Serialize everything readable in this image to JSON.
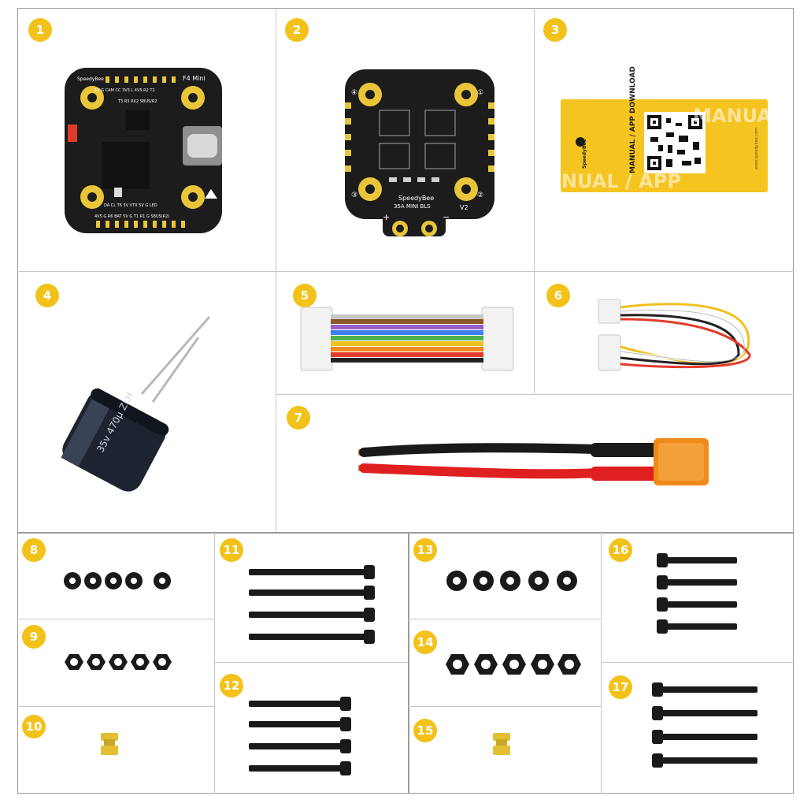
{
  "badges": [
    "1",
    "2",
    "3",
    "4",
    "5",
    "6",
    "7",
    "8",
    "9",
    "10",
    "11",
    "12",
    "13",
    "14",
    "15",
    "16",
    "17"
  ],
  "fc_board": {
    "brand": "SpeedyBee",
    "model": "F4 Mini",
    "top_pads": "5V G CAM CC 3V3 L 4V5 R2 T2",
    "row2": "T3 R3 RX2 SBUS/R2",
    "bottom_pads": "4V5 G R6 BAT 5V G T1 R1 G SBUS(R2)",
    "row3": "DA CL T6 5V VTX 5V G LED"
  },
  "esc_board": {
    "brand": "SpeedyBee",
    "model": "35A MINI BLS",
    "version": "V2",
    "plus": "+",
    "minus": "−",
    "motor_labels": [
      "④",
      "①",
      "③",
      "②"
    ]
  },
  "manual_card": {
    "side_text": "MANUAL / APP\nDOWNLOAD",
    "watermark_top": "MANUA",
    "watermark_bottom": "NUAL / APP",
    "brand": "SpeedyBee",
    "url": "www.speedybee.com"
  },
  "capacitor": {
    "marking": "35v 470μ ZLH"
  },
  "colors": {
    "badge": "#f2c21b",
    "pcb": "#1c1c1c",
    "gold": "#e9c53a",
    "card": "#f5c420",
    "cable_colors": [
      "#c8c8c8",
      "#8a5a2b",
      "#9a5fc7",
      "#3d7ff0",
      "#4cb04c",
      "#f0c020",
      "#f08a20",
      "#e23b2b",
      "#222222"
    ]
  }
}
